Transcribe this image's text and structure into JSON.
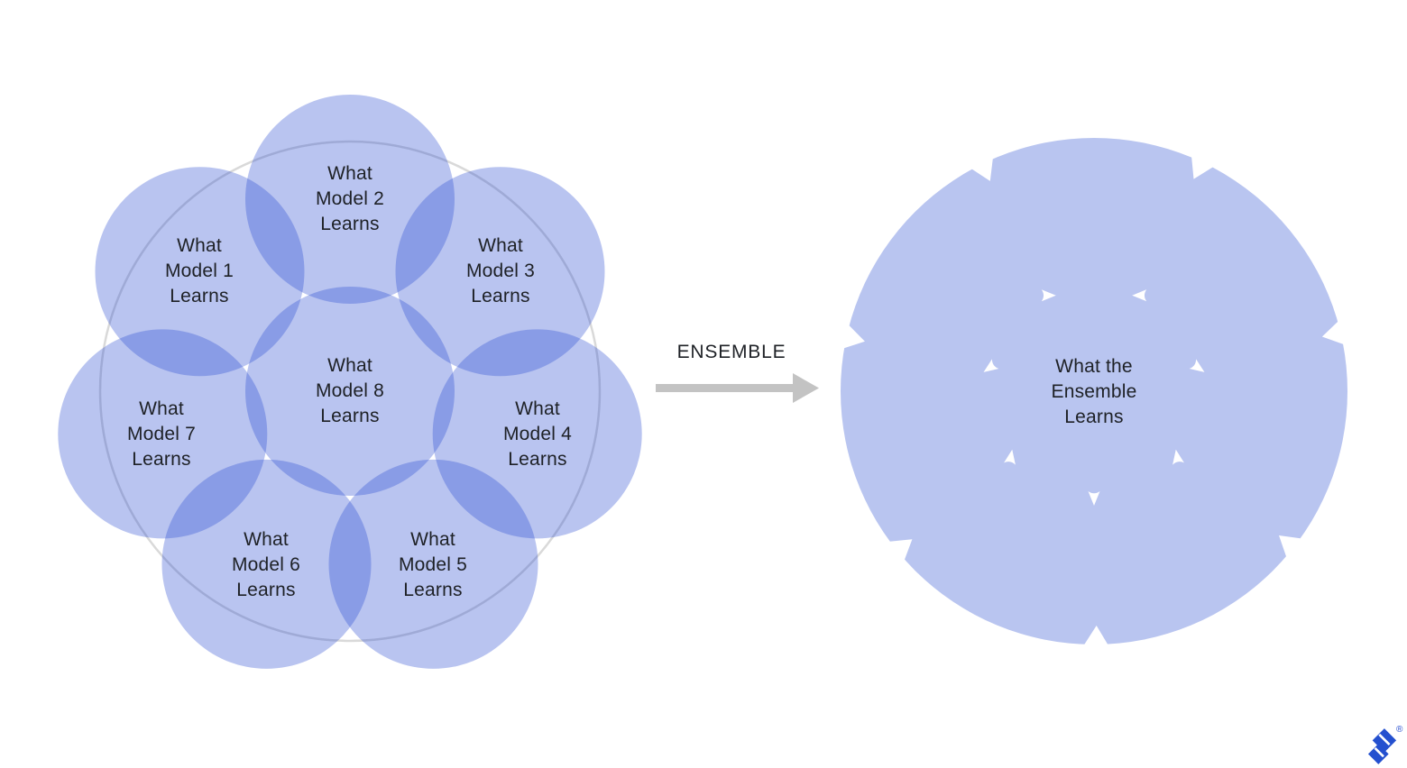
{
  "title": "Ensemble learning diagram",
  "colors": {
    "background": "#ffffff",
    "circle_fill": "#2449d0",
    "circle_opacity": "0.32",
    "blob_fill": "#b9c5f0",
    "outer_ring_stroke": "#d9d9d9",
    "arrow_gray": "#c3c3c3",
    "text": "#1e2126",
    "logo_blue": "#2450cf"
  },
  "left_diagram": {
    "labels": [
      {
        "id": "model-1",
        "text": "What\nModel 1\nLearns"
      },
      {
        "id": "model-2",
        "text": "What\nModel 2\nLearns"
      },
      {
        "id": "model-3",
        "text": "What\nModel 3\nLearns"
      },
      {
        "id": "model-4",
        "text": "What\nModel 4\nLearns"
      },
      {
        "id": "model-5",
        "text": "What\nModel 5\nLearns"
      },
      {
        "id": "model-6",
        "text": "What\nModel 6\nLearns"
      },
      {
        "id": "model-7",
        "text": "What\nModel 7\nLearns"
      },
      {
        "id": "model-8",
        "text": "What\nModel 8\nLearns"
      }
    ]
  },
  "arrow": {
    "label": "ENSEMBLE"
  },
  "right_diagram": {
    "label": "What the\nEnsemble\nLearns"
  },
  "logo": {
    "icon": "toptal-logo-icon",
    "registered": "®"
  }
}
